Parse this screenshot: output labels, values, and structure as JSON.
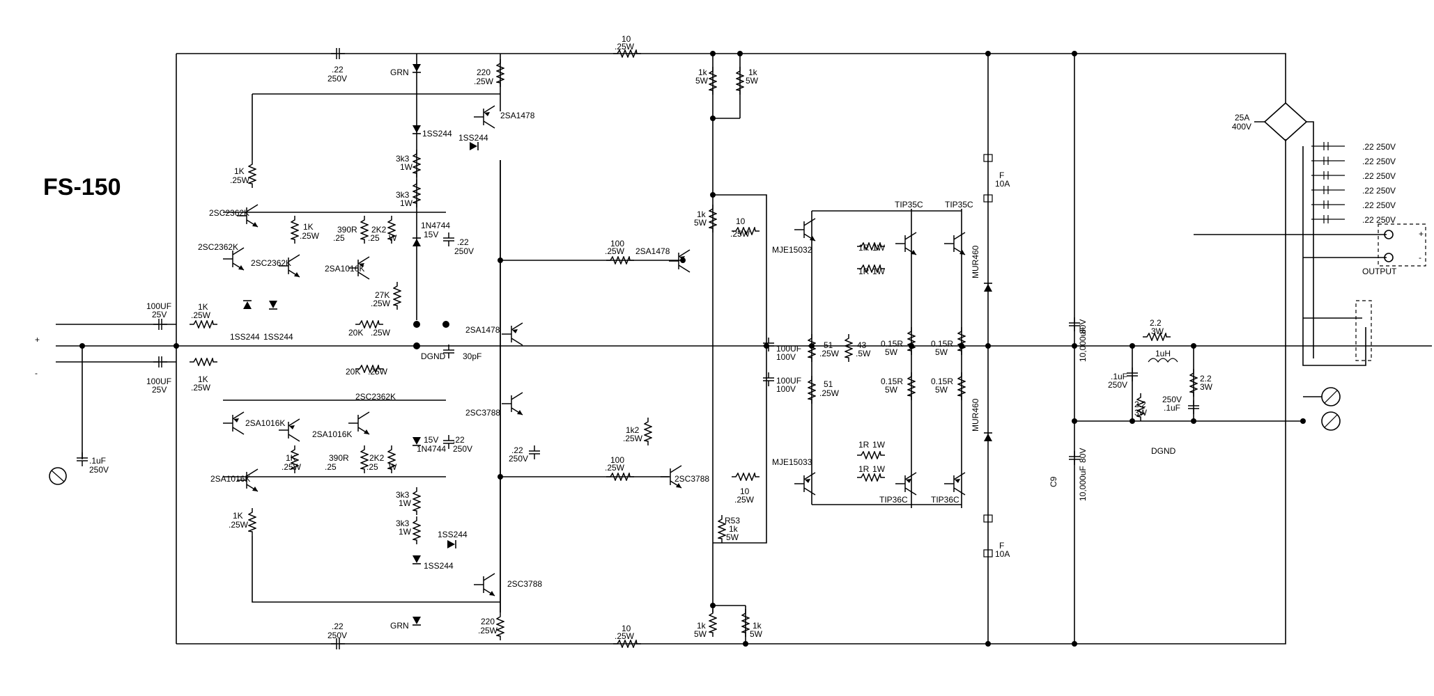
{
  "title": "FS-150",
  "labels": {
    "c_top": ".22",
    "c_top_v": "250V",
    "c_bot": ".22",
    "c_bot_v": "250V",
    "r_top": "10",
    "r_top_w": ".25W",
    "r_bot": "10",
    "r_bot_w": ".25W",
    "grn_top": "GRN",
    "grn_bot": "GRN",
    "r220_top": "220",
    "r220_top_w": ".25W",
    "r220_bot": "220",
    "r220_bot_w": ".25W",
    "q_2sa1478_a": "2SA1478",
    "d_1ss244_a": "1SS244",
    "d_1ss244_b": "1SS244",
    "d_1ss244_c": "1SS244",
    "d_1ss244_d": "1SS244",
    "d_1ss244_e": "1SS244",
    "d_1ss244_f": "1SS244",
    "r3k3_a": "3k3",
    "r3k3_a_w": "1W",
    "r3k3_b": "3k3",
    "r3k3_b_w": "1W",
    "r3k3_c": "3k3",
    "r3k3_c_w": "1W",
    "r3k3_d": "3k3",
    "r3k3_d_w": "1W",
    "r1k_a": "1K",
    "r1k_a_w": ".25W",
    "q_2sc2362k_a": "2SC2362K",
    "q_2sc2362k_b": "2SC2362K",
    "q_2sc2362k_c": "2SC2362K",
    "q_2sc2362k_d": "2SC2362K",
    "r1k_b": "1K",
    "r1k_b_w": ".25W",
    "r390_a": "390R",
    "r390_a_w": ".25",
    "r2k2_a": "2K2",
    "r2k2_a_w": ".25",
    "w_a": "W",
    "w_b": "W",
    "z_1n4744_a": "1N4744",
    "z_15v_a": "15V",
    "c22_a": ".22",
    "c22_a_v": "250V",
    "q_2sa1016k_a": "2SA1016K",
    "q_2sa1016k_b": "2SA1016K",
    "q_2sa1016k_c": "2SA1016K",
    "q_2sa1016k_d": "2SA1016K",
    "r27k": "27K",
    "r27k_w": ".25W",
    "c100uf_in_a": "100UF",
    "c100uf_in_a_v": "25V",
    "c100uf_in_b": "100UF",
    "c100uf_in_b_v": "25V",
    "r1k_in_a": "1K",
    "r1k_in_a_w": ".25W",
    "r1k_in_b": "1K",
    "r1k_in_b_w": ".25W",
    "r20k_a": "20K",
    "r20k_a_w": ".25W",
    "r20k_b": "20K",
    "r20k_b_w": ".25W",
    "dgnd_a": "DGND",
    "dgnd_b": "DGND",
    "c30pf": "30pF",
    "q_2sa1478_b": "2SA1478",
    "q_2sa1478_c": "2SA1478",
    "q_2sc3788_a": "2SC3788",
    "q_2sc3788_b": "2SC3788",
    "q_2sc3788_c": "2SC3788",
    "r1k_c": "1K",
    "r1k_c_w": ".25W",
    "r390_b": "390R",
    "r390_b_w": ".25",
    "r2k2_b": "2K2",
    "r2k2_b_w": ".25",
    "z_15v_b": "15V",
    "z_1n4744_b": "1N4744",
    "c22_b": ".22",
    "c22_b_v": "250V",
    "c22_c": ".22",
    "c22_c_v": "250V",
    "r1k_d": "1K",
    "r1k_d_w": ".25W",
    "c_in_01": ".1uF",
    "c_in_01_v": "250V",
    "plus": "+",
    "minus": "-",
    "r100_a": "100",
    "r100_a_w": ".25W",
    "r100_b": "100",
    "r100_b_w": ".25W",
    "r1k2": "1k2",
    "r1k2_w": ".25W",
    "r1k5w_a": "1k",
    "r1k5w_a_w": "5W",
    "r1k5w_b": "1k",
    "r1k5w_b_w": "5W",
    "r1k5w_c": "1k",
    "r1k5w_c_w": "5W",
    "r1k5w_d": "1k",
    "r1k5w_d_w": "5W",
    "r1k5w_e": "1k",
    "r1k5w_e_w": "5W",
    "r10_a": "10",
    "r10_a_w": ".25W",
    "r10_b": "10",
    "r10_b_w": ".25W",
    "r53": "R53",
    "r53_v": "1k",
    "r53_w": "5W",
    "mje15032": "MJE15032",
    "mje15033": "MJE15033",
    "c100uf_a": "100UF",
    "c100uf_a_v": "100V",
    "c100uf_b": "100UF",
    "c100uf_b_v": "100V",
    "tip35c_a": "TIP35C",
    "tip35c_b": "TIP35C",
    "tip36c_a": "TIP36C",
    "tip36c_b": "TIP36C",
    "r1r_a": "1R",
    "r1r_a_w": "1W",
    "r1r_b": "1R",
    "r1r_b_w": "1W",
    "r1r_c": "1R",
    "r1r_c_w": "1W",
    "r1r_d": "1R",
    "r1r_d_w": "1W",
    "r51_a": "51",
    "r51_a_w": ".25W",
    "r51_b": "51",
    "r51_b_w": ".25W",
    "r43": "43",
    "r43_w": ".5W",
    "r015_a": "0.15R",
    "r015_a_w": "5W",
    "r015_b": "0.15R",
    "r015_b_w": "5W",
    "r015_c": "0.15R",
    "r015_c_w": "5W",
    "r015_d": "0.15R",
    "r015_d_w": "5W",
    "fuse_a": "F",
    "fuse_a_v": "10A",
    "fuse_b": "F",
    "fuse_b_v": "10A",
    "mur460_a": "MUR460",
    "mur460_b": "MUR460",
    "cap_big_a": "10,000uF",
    "cap_big_a_v": "80V",
    "cap_big_b": "10,000uF",
    "cap_big_b_v": "80V",
    "c9": "C9",
    "r22_a": "2.2",
    "r22_a_w": "3W",
    "r22_b": "2.2",
    "r22_b_w": "3W",
    "r22_c": "2.2",
    "r22_c_w": "3W",
    "l1uh": "1uH",
    "c_zob_a": ".1uF",
    "c_zob_a_v": "250V",
    "c_zob_b": ".1uF",
    "c_zob_b_v": "250V",
    "bridge": "25A",
    "bridge_v": "400V",
    "c_bank": [
      ".22  250V",
      ".22  250V",
      ".22  250V",
      ".22  250V",
      ".22  250V",
      ".22  250V"
    ],
    "output": "OUTPUT",
    "out_plus": "+",
    "out_minus": "-"
  }
}
